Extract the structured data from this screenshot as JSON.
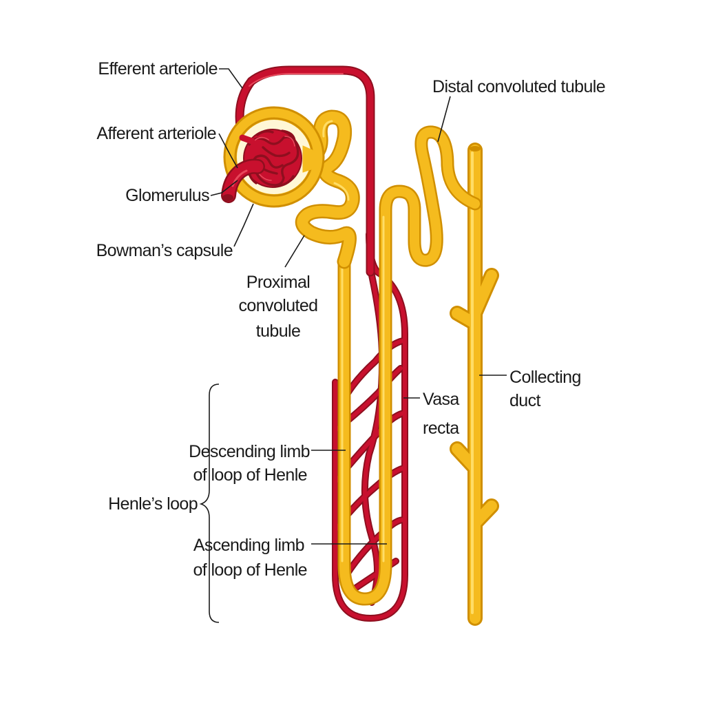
{
  "labels": {
    "efferent_arteriole": "Efferent arteriole",
    "afferent_arteriole": "Afferent arteriole",
    "glomerulus": "Glomerulus",
    "bowmans_capsule": "Bowman’s capsule",
    "proximal_convoluted_tubule": [
      "Proximal",
      "convoluted",
      "tubule"
    ],
    "distal_convoluted_tubule": "Distal convoluted tubule",
    "collecting_duct": [
      "Collecting",
      "duct"
    ],
    "vasa_recta": [
      "Vasa",
      "recta"
    ],
    "descending_limb": [
      "Descending limb",
      "of loop of Henle"
    ],
    "ascending_limb": [
      "Ascending limb",
      "of loop of Henle"
    ],
    "henles_loop": "Henle’s loop"
  },
  "colors": {
    "vessel": "#c8102e",
    "vessel_dark": "#8e0f1f",
    "vessel_light": "#e8495c",
    "tubule": "#f5bb1e",
    "tubule_dark": "#d08f00",
    "tubule_light": "#ffdd66"
  }
}
